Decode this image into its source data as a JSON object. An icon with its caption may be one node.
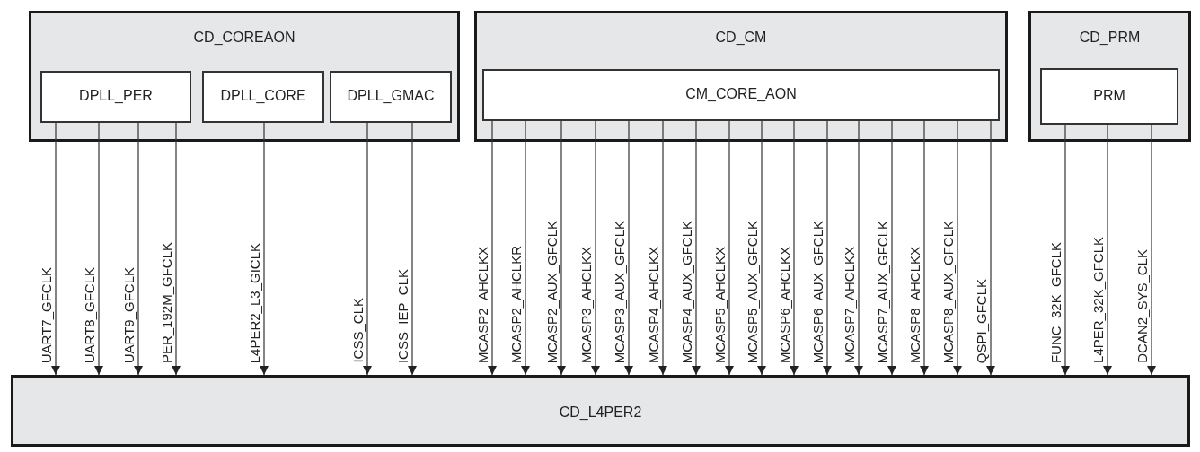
{
  "diagram": {
    "nodes": [
      {
        "text": [
          "CD_COREAON"
        ]
      },
      {
        "text": [
          "DPLL_PER"
        ],
        "in": 0
      },
      {
        "text": [
          "DPLL_CORE"
        ],
        "in": 0
      },
      {
        "text": [
          "DPLL_GMAC"
        ],
        "in": 0
      },
      {
        "text": [
          "CD_CM"
        ]
      },
      {
        "text": [
          "CM_CORE_AON"
        ],
        "in": 4
      },
      {
        "text": [
          "CD_PRM"
        ]
      },
      {
        "text": [
          "PRM"
        ],
        "in": 6
      },
      {
        "text": [
          "CD_L4PER2"
        ]
      }
    ],
    "edges": [
      {
        "from": 1,
        "to": 8,
        "arrow": "to",
        "label": "UART7_GFCLK"
      },
      {
        "from": 1,
        "to": 8,
        "arrow": "to",
        "label": "UART8_GFCLK"
      },
      {
        "from": 1,
        "to": 8,
        "arrow": "to",
        "label": "UART9_GFCLK"
      },
      {
        "from": 1,
        "to": 8,
        "arrow": "to",
        "label": "PER_192M_GFCLK"
      },
      {
        "from": 2,
        "to": 8,
        "arrow": "to",
        "label": "L4PER2_L3_GICLK"
      },
      {
        "from": 3,
        "to": 8,
        "arrow": "to",
        "label": "ICSS_CLK"
      },
      {
        "from": 3,
        "to": 8,
        "arrow": "to",
        "label": "ICSS_IEP_CLK"
      },
      {
        "from": 5,
        "to": 8,
        "arrow": "to",
        "label": "MCASP2_AHCLKX"
      },
      {
        "from": 5,
        "to": 8,
        "arrow": "to",
        "label": "MCASP2_AHCLKR"
      },
      {
        "from": 5,
        "to": 8,
        "arrow": "to",
        "label": "MCASP2_AUX_GFCLK"
      },
      {
        "from": 5,
        "to": 8,
        "arrow": "to",
        "label": "MCASP3_AHCLKX"
      },
      {
        "from": 5,
        "to": 8,
        "arrow": "to",
        "label": "MCASP3_AUX_GFCLK"
      },
      {
        "from": 5,
        "to": 8,
        "arrow": "to",
        "label": "MCASP4_AHCLKX"
      },
      {
        "from": 5,
        "to": 8,
        "arrow": "to",
        "label": "MCASP4_AUX_GFCLK"
      },
      {
        "from": 5,
        "to": 8,
        "arrow": "to",
        "label": "MCASP5_AHCLKX"
      },
      {
        "from": 5,
        "to": 8,
        "arrow": "to",
        "label": "MCASP5_AUX_GFCLK"
      },
      {
        "from": 5,
        "to": 8,
        "arrow": "to",
        "label": "MCASP6_AHCLKX"
      },
      {
        "from": 5,
        "to": 8,
        "arrow": "to",
        "label": "MCASP6_AUX_GFCLK"
      },
      {
        "from": 5,
        "to": 8,
        "arrow": "to",
        "label": "MCASP7_AHCLKX"
      },
      {
        "from": 5,
        "to": 8,
        "arrow": "to",
        "label": "MCASP7_AUX_GFCLK"
      },
      {
        "from": 5,
        "to": 8,
        "arrow": "to",
        "label": "MCASP8_AHCLKX"
      },
      {
        "from": 5,
        "to": 8,
        "arrow": "to",
        "label": "MCASP8_AUX_GFCLK"
      },
      {
        "from": 5,
        "to": 8,
        "arrow": "to",
        "label": "QSPI_GFCLK"
      },
      {
        "from": 7,
        "to": 8,
        "arrow": "to",
        "label": "FUNC_32K_GFCLK"
      },
      {
        "from": 7,
        "to": 8,
        "arrow": "to",
        "label": "L4PER_32K_GFCLK"
      },
      {
        "from": 7,
        "to": 8,
        "arrow": "to",
        "label": "DCAN2_SYS_CLK"
      }
    ]
  }
}
